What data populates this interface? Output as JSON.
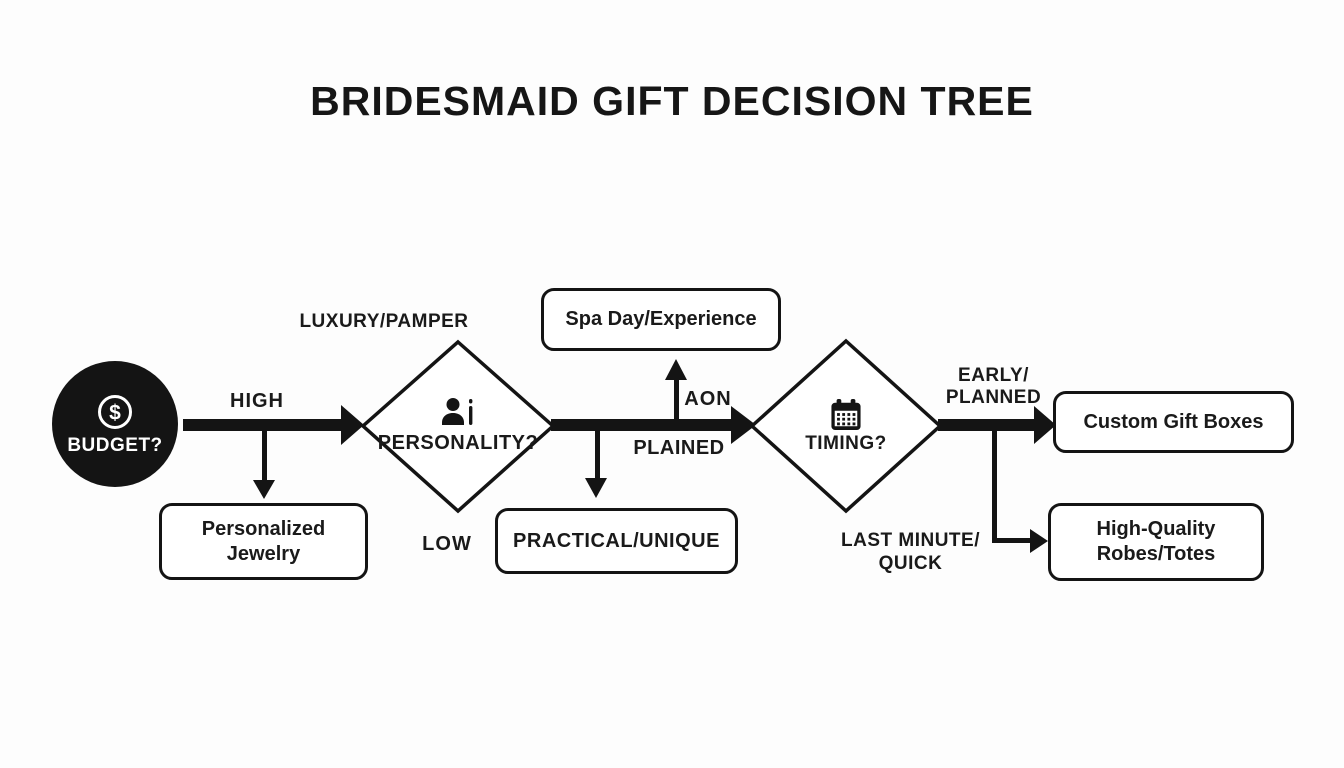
{
  "title": "BRIDESMAID GIFT DECISION TREE",
  "colors": {
    "ink": "#141414",
    "background": "#fdfdfd",
    "box_fill": "#ffffff"
  },
  "nodes": {
    "budget": {
      "label": "BUDGET?",
      "icon": "dollar-circle-icon"
    },
    "personality": {
      "label": "PERSONALITY?",
      "icon": "person-icon"
    },
    "timing": {
      "label": "TIMING?",
      "icon": "calendar-icon"
    }
  },
  "branch_labels": {
    "high": "HIGH",
    "luxury_pamper": "LUXURY/PAMPER",
    "low": "LOW",
    "aon": "AON",
    "plained": "PLAINED",
    "early_planned": {
      "line1": "EARLY/",
      "line2": "PLANNED"
    },
    "last_minute_quick": {
      "line1": "LAST MINUTE/",
      "line2": "QUICK"
    }
  },
  "outcome_boxes": {
    "personalized_jewelry": {
      "line1": "Personalized",
      "line2": "Jewelry"
    },
    "spa_day_experience": {
      "label": "Spa Day/Experience"
    },
    "practical_unique": {
      "label": "PRACTICAL/UNIQUE"
    },
    "custom_gift_boxes": {
      "label": "Custom Gift Boxes"
    },
    "high_quality_robes_totes": {
      "line1": "High-Quality",
      "line2": "Robes/Totes"
    }
  },
  "icons": {
    "dollar_glyph": "$"
  }
}
